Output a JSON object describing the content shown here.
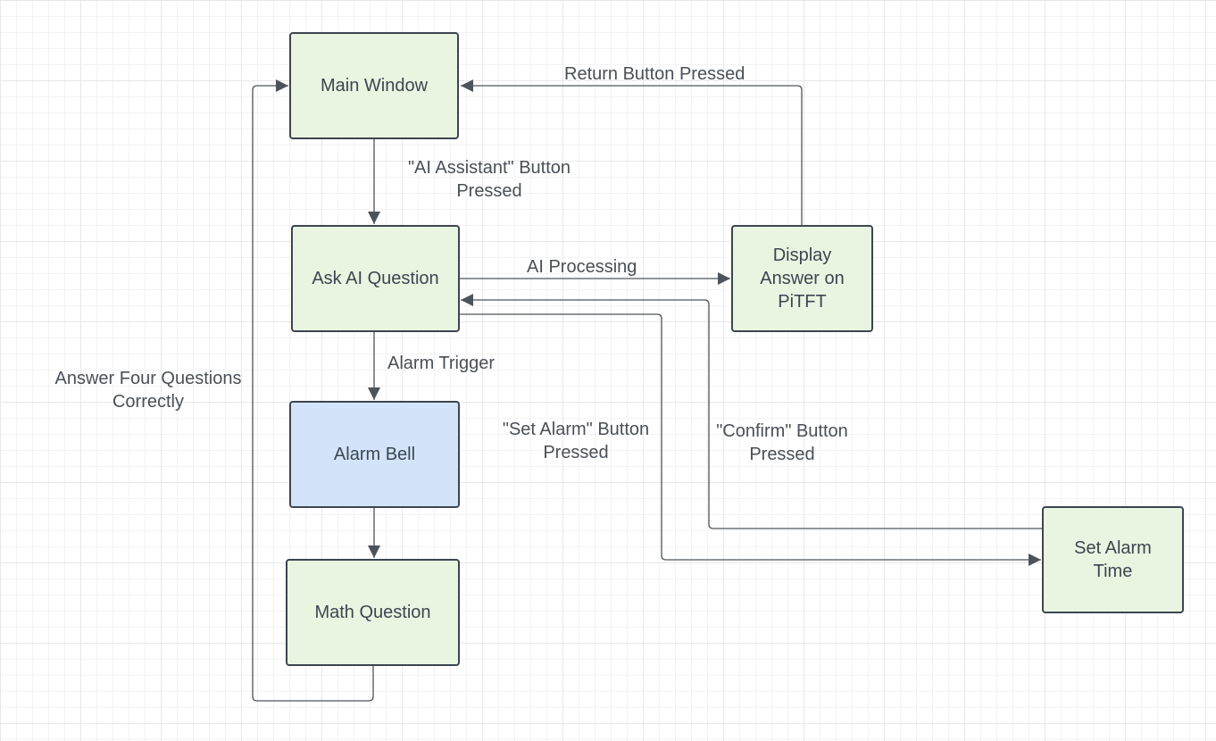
{
  "colors": {
    "node_fill_green": "#e9f5e1",
    "node_fill_blue": "#d3e4fa",
    "node_border": "#3d4550",
    "edge": "#4d535b",
    "text": "#3d4550"
  },
  "nodes": {
    "main_window": {
      "lines": [
        "Main Window"
      ]
    },
    "ask_ai_question": {
      "lines": [
        "Ask AI Question"
      ]
    },
    "display_answer": {
      "lines": [
        "Display",
        "Answer on",
        "PiTFT"
      ]
    },
    "alarm_bell": {
      "lines": [
        "Alarm Bell"
      ]
    },
    "math_question": {
      "lines": [
        "Math Question"
      ]
    },
    "set_alarm_time": {
      "lines": [
        "Set Alarm",
        "Time"
      ]
    }
  },
  "edge_labels": {
    "return_button": {
      "lines": [
        "Return Button Pressed"
      ]
    },
    "ai_assistant_button": {
      "lines": [
        "\"AI Assistant\" Button",
        "Pressed"
      ]
    },
    "ai_processing": {
      "lines": [
        "AI Processing"
      ]
    },
    "alarm_trigger": {
      "lines": [
        "Alarm Trigger"
      ]
    },
    "answer_four": {
      "lines": [
        "Answer Four Questions",
        "Correctly"
      ]
    },
    "set_alarm_button": {
      "lines": [
        "\"Set Alarm\" Button",
        "Pressed"
      ]
    },
    "confirm_button": {
      "lines": [
        "\"Confirm\" Button",
        "Pressed"
      ]
    }
  }
}
